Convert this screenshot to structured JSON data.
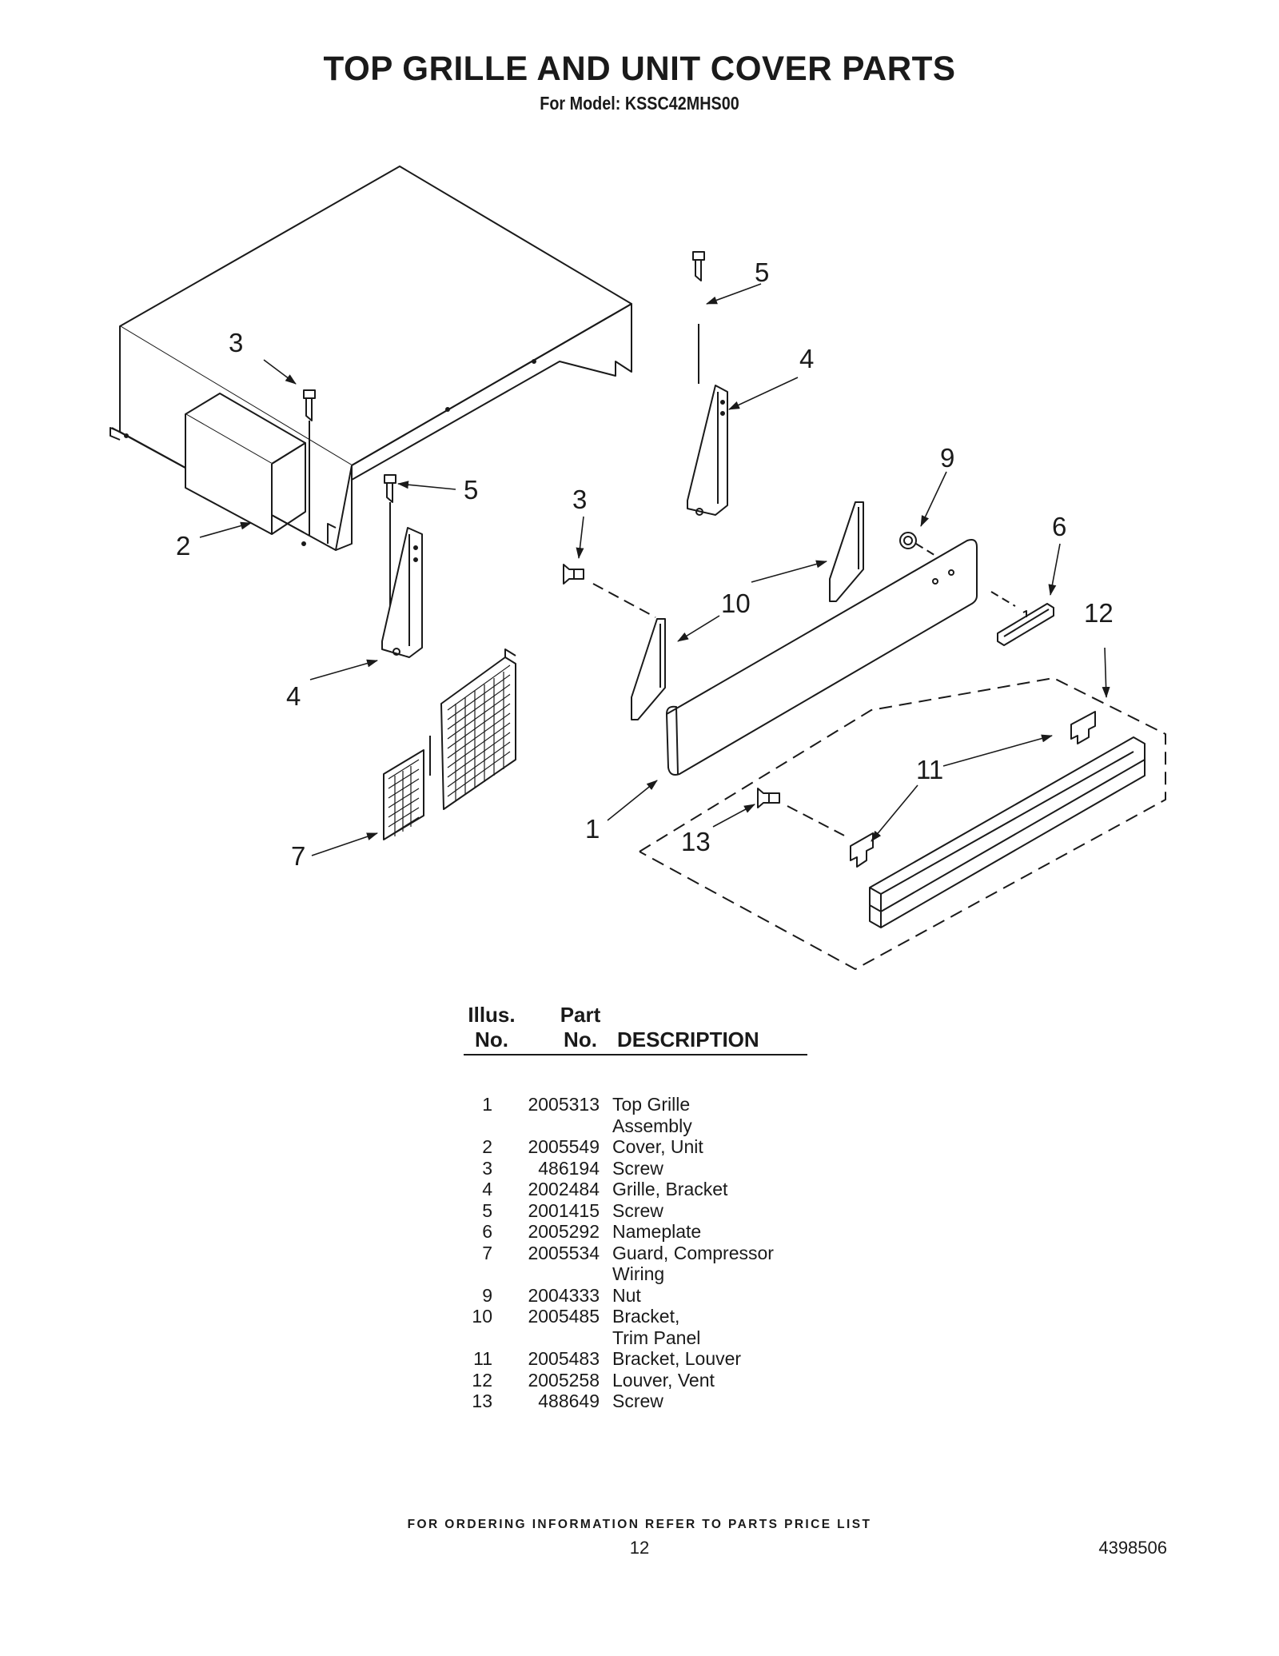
{
  "header": {
    "title": "TOP GRILLE AND UNIT COVER PARTS",
    "subtitle": "For Model: KSSC42MHS00"
  },
  "diagram": {
    "callouts": {
      "c1": "1",
      "c2": "2",
      "c3a": "3",
      "c3b": "3",
      "c4a": "4",
      "c4b": "4",
      "c5a": "5",
      "c5b": "5",
      "c6": "6",
      "c7": "7",
      "c9": "9",
      "c10": "10",
      "c11": "11",
      "c12": "12",
      "c13": "13"
    }
  },
  "parts_table": {
    "header": {
      "illus_line1": "Illus.",
      "illus_line2": "No.",
      "part_line1": "Part",
      "part_line2": "No.",
      "description": "DESCRIPTION"
    },
    "rows": [
      {
        "illus": "1",
        "part": "2005313",
        "desc": "Top Grille"
      },
      {
        "illus": "",
        "part": "",
        "desc": "Assembly"
      },
      {
        "illus": "2",
        "part": "2005549",
        "desc": "Cover, Unit"
      },
      {
        "illus": "3",
        "part": "486194",
        "desc": "Screw"
      },
      {
        "illus": "4",
        "part": "2002484",
        "desc": "Grille, Bracket"
      },
      {
        "illus": "5",
        "part": "2001415",
        "desc": "Screw"
      },
      {
        "illus": "6",
        "part": "2005292",
        "desc": "Nameplate"
      },
      {
        "illus": "7",
        "part": "2005534",
        "desc": "Guard, Compressor"
      },
      {
        "illus": "",
        "part": "",
        "desc": "Wiring"
      },
      {
        "illus": "9",
        "part": "2004333",
        "desc": "Nut"
      },
      {
        "illus": "10",
        "part": "2005485",
        "desc": "Bracket,"
      },
      {
        "illus": "",
        "part": "",
        "desc": "Trim Panel"
      },
      {
        "illus": "11",
        "part": "2005483",
        "desc": "Bracket, Louver"
      },
      {
        "illus": "12",
        "part": "2005258",
        "desc": "Louver, Vent"
      },
      {
        "illus": "13",
        "part": "488649",
        "desc": "Screw"
      }
    ]
  },
  "footer": {
    "note": "FOR ORDERING INFORMATION REFER TO PARTS PRICE LIST",
    "page": "12",
    "doc_number": "4398506"
  }
}
